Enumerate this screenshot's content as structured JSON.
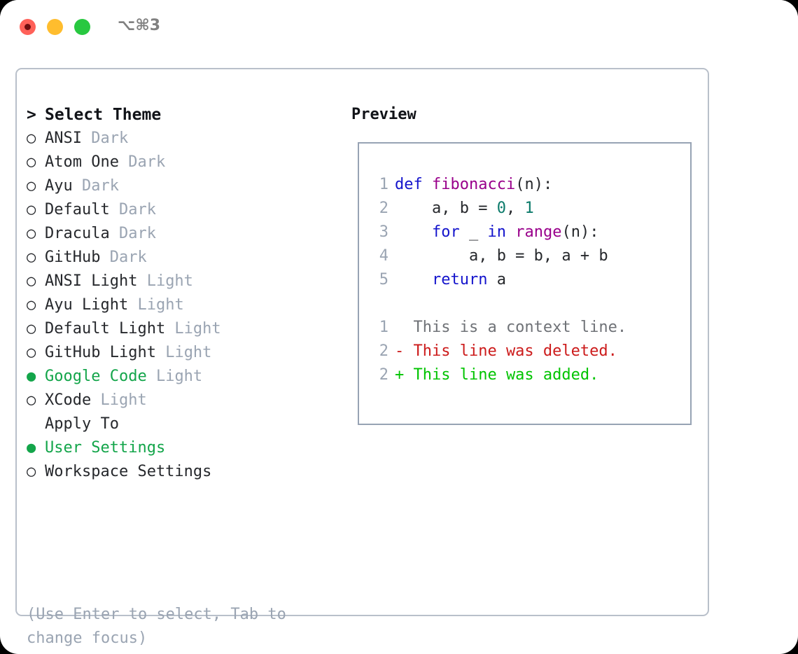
{
  "window": {
    "shortcut": "⌥⌘3",
    "traffic_lights": [
      {
        "name": "close",
        "color": "#ff6159"
      },
      {
        "name": "minimize",
        "color": "#ffbd2e"
      },
      {
        "name": "maximize",
        "color": "#28c840"
      }
    ]
  },
  "theme_list": {
    "header_marker": ">",
    "header_label": "Select Theme",
    "items": [
      {
        "marker": "○",
        "name": "ANSI",
        "variant": "Dark",
        "selected": false
      },
      {
        "marker": "○",
        "name": "Atom One",
        "variant": "Dark",
        "selected": false
      },
      {
        "marker": "○",
        "name": "Ayu",
        "variant": "Dark",
        "selected": false
      },
      {
        "marker": "○",
        "name": "Default",
        "variant": "Dark",
        "selected": false
      },
      {
        "marker": "○",
        "name": "Dracula",
        "variant": "Dark",
        "selected": false
      },
      {
        "marker": "○",
        "name": "GitHub",
        "variant": "Dark",
        "selected": false
      },
      {
        "marker": "○",
        "name": "ANSI Light",
        "variant": "Light",
        "selected": false
      },
      {
        "marker": "○",
        "name": "Ayu Light",
        "variant": "Light",
        "selected": false
      },
      {
        "marker": "○",
        "name": "Default Light",
        "variant": "Light",
        "selected": false
      },
      {
        "marker": "○",
        "name": "GitHub Light",
        "variant": "Light",
        "selected": false
      },
      {
        "marker": "●",
        "name": "Google Code",
        "variant": "Light",
        "selected": true
      },
      {
        "marker": "○",
        "name": "XCode",
        "variant": "Light",
        "selected": false
      }
    ]
  },
  "apply_to": {
    "title": "Apply To",
    "items": [
      {
        "marker": "●",
        "name": "User Settings",
        "selected": true
      },
      {
        "marker": "○",
        "name": "Workspace Settings",
        "selected": false
      }
    ]
  },
  "hint": "(Use Enter to select, Tab to change focus)",
  "preview": {
    "title": "Preview",
    "code_lines": [
      {
        "ln": "1",
        "tokens": [
          {
            "t": "def ",
            "c": "kw"
          },
          {
            "t": "fibonacci",
            "c": "fn"
          },
          {
            "t": "(n):",
            "c": "pl"
          }
        ]
      },
      {
        "ln": "2",
        "tokens": [
          {
            "t": "    a, b = ",
            "c": "pl"
          },
          {
            "t": "0",
            "c": "num"
          },
          {
            "t": ", ",
            "c": "pl"
          },
          {
            "t": "1",
            "c": "num"
          }
        ]
      },
      {
        "ln": "3",
        "tokens": [
          {
            "t": "    ",
            "c": "pl"
          },
          {
            "t": "for",
            "c": "kw"
          },
          {
            "t": " _ ",
            "c": "pl"
          },
          {
            "t": "in",
            "c": "kw"
          },
          {
            "t": " ",
            "c": "pl"
          },
          {
            "t": "range",
            "c": "fn"
          },
          {
            "t": "(n):",
            "c": "pl"
          }
        ]
      },
      {
        "ln": "4",
        "tokens": [
          {
            "t": "        a, b = b, a + b",
            "c": "pl"
          }
        ]
      },
      {
        "ln": "5",
        "tokens": [
          {
            "t": "    ",
            "c": "pl"
          },
          {
            "t": "return",
            "c": "kw"
          },
          {
            "t": " a",
            "c": "pl"
          }
        ]
      }
    ],
    "diff_lines": [
      {
        "ln": "1",
        "text": "  This is a context line.",
        "cls": "ctx"
      },
      {
        "ln": "2",
        "text": "- This line was deleted.",
        "cls": "del"
      },
      {
        "ln": "2",
        "text": "+ This line was added.",
        "cls": "add"
      }
    ]
  },
  "colors": {
    "selected_green": "#13a54a",
    "muted_gray": "#9aa4b2",
    "keyword_blue": "#1414cc",
    "function_purple": "#99008b",
    "number_teal": "#0b7a6a",
    "diff_delete_red": "#cc1b1b",
    "diff_add_green": "#00c400",
    "panel_border": "#b9c0ca",
    "code_border": "#97a3b4"
  }
}
